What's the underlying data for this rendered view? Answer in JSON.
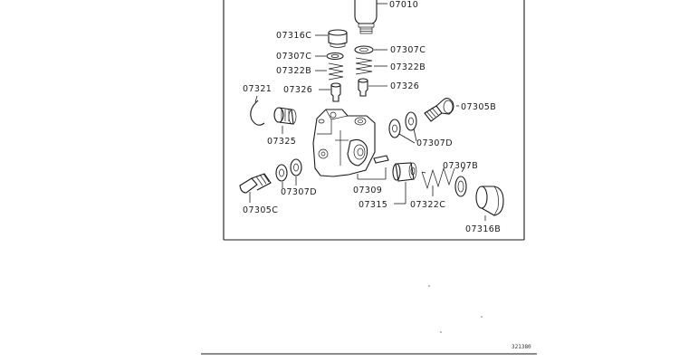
{
  "diagram": {
    "labels": {
      "p07010": "07010",
      "p07316C": "07316C",
      "p07307C_left": "07307C",
      "p07307C_right": "07307C",
      "p07322B_left": "07322B",
      "p07322B_right": "07322B",
      "p07321": "07321",
      "p07326_left": "07326",
      "p07326_right": "07326",
      "p07305B": "07305B",
      "p07325": "07325",
      "p07307D_right": "07307D",
      "p07307B": "07307B",
      "p07307D_left": "07307D",
      "p07309": "07309",
      "p07305C": "07305C",
      "p07315": "07315",
      "p07322C": "07322C",
      "p07316B": "07316B"
    },
    "page_id": "321380"
  }
}
